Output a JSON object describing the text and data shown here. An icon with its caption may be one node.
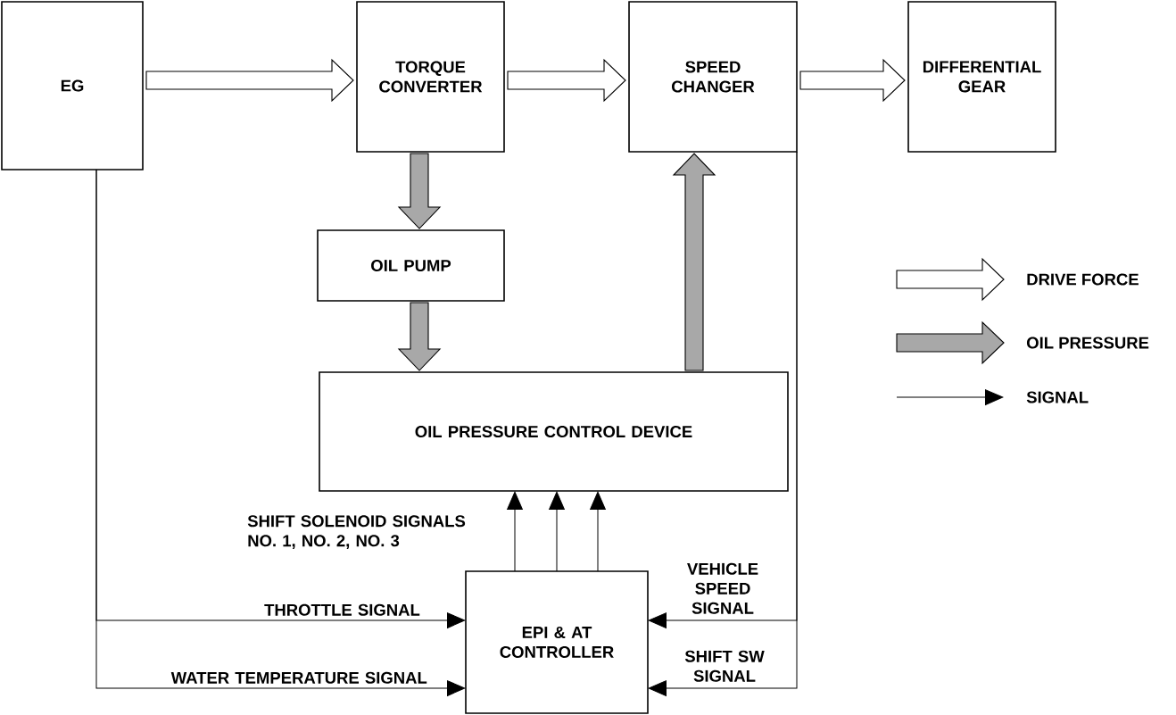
{
  "diagram": {
    "nodes": [
      {
        "text": [
          "EG"
        ]
      },
      {
        "text": [
          "TORQUE CONVERTER"
        ]
      },
      {
        "text": [
          "SPEED CHANGER"
        ]
      },
      {
        "text": [
          "DIFFERENTIAL GEAR"
        ]
      },
      {
        "text": [
          "OIL PUMP"
        ]
      },
      {
        "text": [
          "OIL PRESSURE CONTROL DEVICE"
        ]
      },
      {
        "text": [
          "EPI & AT CONTROLLER"
        ]
      }
    ],
    "edges": [
      {
        "from": 0,
        "to": 1,
        "arrow": "to",
        "style": "thick"
      },
      {
        "from": 1,
        "to": 2,
        "arrow": "to",
        "style": "thick"
      },
      {
        "from": 2,
        "to": 3,
        "arrow": "to",
        "style": "thick"
      },
      {
        "from": 1,
        "to": 4,
        "arrow": "to",
        "style": "thick",
        "color": "#a8a8a8"
      },
      {
        "from": 4,
        "to": 5,
        "arrow": "to",
        "style": "thick",
        "color": "#a8a8a8"
      },
      {
        "from": 5,
        "to": 2,
        "arrow": "to",
        "style": "thick",
        "color": "#a8a8a8"
      },
      {
        "from": 6,
        "to": 5,
        "arrow": "to",
        "label": "SHIFT SOLENOID SIGNALS NO. 1, NO. 2, NO. 3"
      },
      {
        "from": 6,
        "to": 5,
        "arrow": "to"
      },
      {
        "from": 6,
        "to": 5,
        "arrow": "to"
      },
      {
        "from": 0,
        "to": 6,
        "arrow": "to",
        "label": "THROTTLE SIGNAL"
      },
      {
        "from": 0,
        "to": 6,
        "arrow": "to",
        "label": "WATER TEMPERATURE SIGNAL"
      },
      {
        "from": 2,
        "to": 6,
        "arrow": "to",
        "label": "VEHICLE SPEED SIGNAL"
      },
      {
        "from": 2,
        "to": 6,
        "arrow": "to",
        "label": "SHIFT SW SIGNAL"
      }
    ],
    "legend": [
      {
        "text": "DRIVE FORCE"
      },
      {
        "text": "OIL PRESSURE"
      },
      {
        "text": "SIGNAL"
      }
    ]
  }
}
